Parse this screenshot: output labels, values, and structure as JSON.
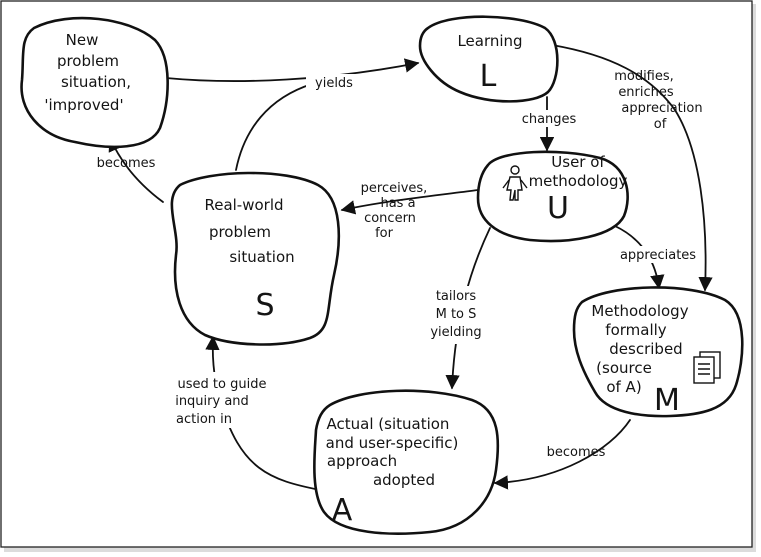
{
  "nodes": {
    "new_problem": {
      "lines": [
        "New",
        "problem",
        "situation,",
        "'improved'"
      ]
    },
    "learning": {
      "lines": [
        "Learning"
      ],
      "letter": "L"
    },
    "user": {
      "lines": [
        "User of",
        "methodology"
      ],
      "letter": "U"
    },
    "real_world": {
      "lines": [
        "Real-world",
        "problem",
        "situation"
      ],
      "letter": "S"
    },
    "methodology": {
      "lines": [
        "Methodology",
        "formally",
        "described",
        "(source",
        "of A)"
      ],
      "letter": "M"
    },
    "approach": {
      "lines": [
        "Actual (situation",
        "and user-specific)",
        "approach",
        "adopted"
      ],
      "letter": "A"
    }
  },
  "edges": {
    "yields": [
      "yields"
    ],
    "modifies": [
      "modifies,",
      "enriches",
      "appreciation",
      "of"
    ],
    "changes": [
      "changes"
    ],
    "becomes_new": [
      "becomes"
    ],
    "perceives": [
      "perceives,",
      "has a",
      "concern",
      "for"
    ],
    "appreciates": [
      "appreciates"
    ],
    "tailors": [
      "tailors",
      "M to S",
      "yielding"
    ],
    "used_to_guide": [
      "used to guide",
      "inquiry and",
      "action in"
    ],
    "becomes_approach": [
      "becomes"
    ]
  },
  "icons": {
    "user": "person-icon",
    "methodology": "document-stack-icon"
  }
}
